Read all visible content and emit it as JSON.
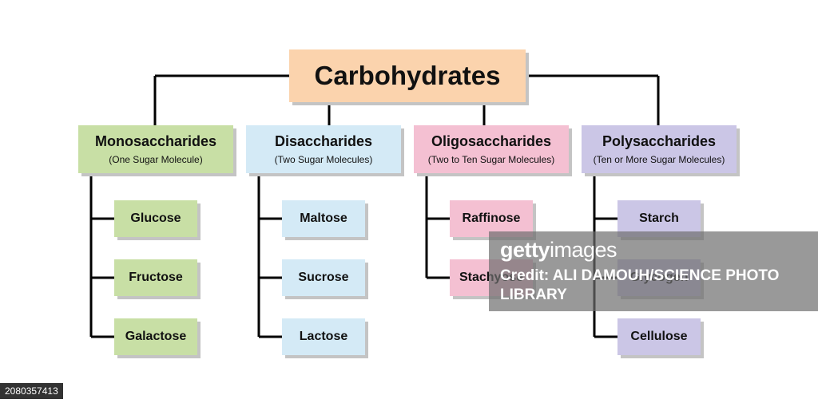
{
  "root": {
    "label": "Carbohydrates",
    "color": "#fbd3ad"
  },
  "categories": [
    {
      "title": "Monosaccharides",
      "subtitle": "(One Sugar Molecule)",
      "color": "#c8dfa5",
      "items": [
        "Glucose",
        "Fructose",
        "Galactose"
      ]
    },
    {
      "title": "Disaccharides",
      "subtitle": "(Two Sugar Molecules)",
      "color": "#d4eaf6",
      "items": [
        "Maltose",
        "Sucrose",
        "Lactose"
      ]
    },
    {
      "title": "Oligosaccharides",
      "subtitle": "(Two to Ten Sugar Molecules)",
      "color": "#f4c0d2",
      "items": [
        "Raffinose",
        "Stachyose"
      ]
    },
    {
      "title": "Polysaccharides",
      "subtitle": "(Ten or More Sugar Molecules)",
      "color": "#cbc6e6",
      "items": [
        "Starch",
        "Glycogen",
        "Cellulose"
      ]
    }
  ],
  "watermark": {
    "logo_bold": "getty",
    "logo_light": "images",
    "credit": "Credit: ALI DAMOUH/SCIENCE PHOTO LIBRARY"
  },
  "image_id": "2080357413",
  "line_color": "#000000"
}
